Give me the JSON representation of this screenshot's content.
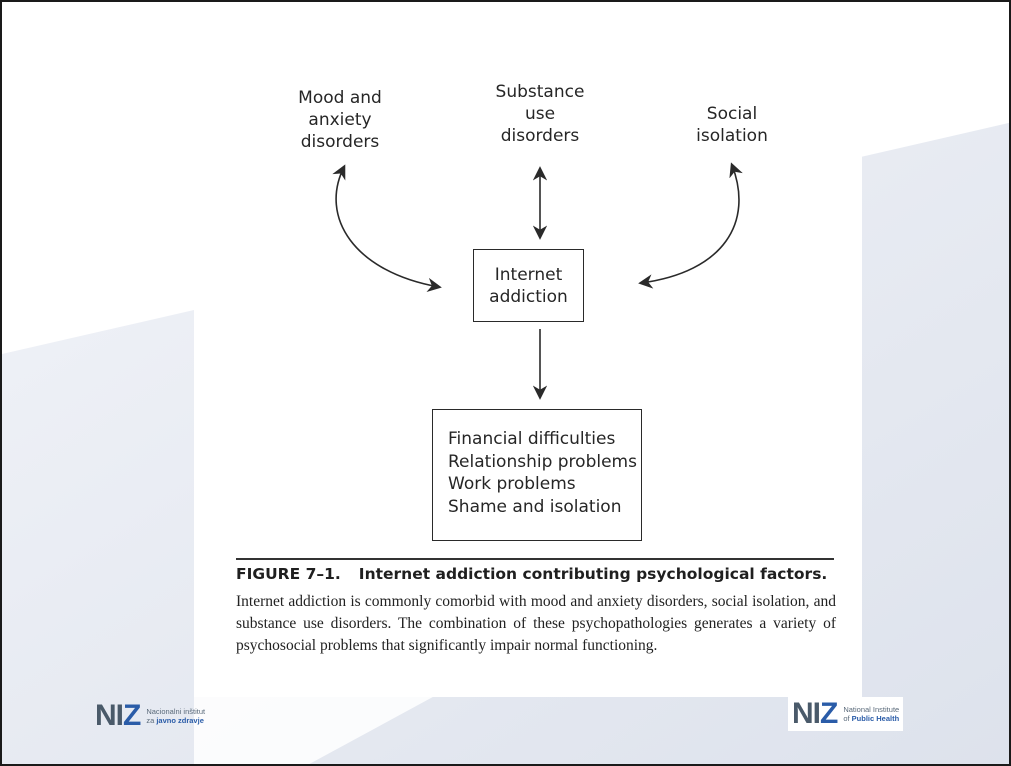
{
  "diagram": {
    "nodes": {
      "mood": "Mood and\nanxiety\ndisorders",
      "substance": "Substance\nuse\ndisorders",
      "social": "Social\nisolation",
      "center": "Internet\naddiction"
    },
    "outcomes": [
      "Financial difficulties",
      "Relationship problems",
      "Work problems",
      "Shame and isolation"
    ],
    "edges": [
      {
        "from": "mood",
        "to": "center",
        "type": "bidirectional"
      },
      {
        "from": "substance",
        "to": "center",
        "type": "bidirectional"
      },
      {
        "from": "social",
        "to": "center",
        "type": "bidirectional"
      },
      {
        "from": "center",
        "to": "outcomes",
        "type": "directed"
      }
    ]
  },
  "caption": {
    "figure_number": "FIGURE 7–1.",
    "title": "Internet addiction contributing psychological factors.",
    "body": "Internet addiction is commonly comorbid with mood and anxiety disorders, social isolation, and substance use disorders. The combination of these psychopathologies generates a variety of psychosocial problems that significantly impair normal functioning."
  },
  "logos": {
    "left": {
      "mark_n": "NI",
      "mark_z": "Z",
      "line1": "Nacionalni inštitut",
      "line2_prefix": "za ",
      "line2_strong": "javno zdravje"
    },
    "right": {
      "mark_n": "NI",
      "mark_z": "Z",
      "line1": "National Institute",
      "line2_prefix": "of ",
      "line2_strong": "Public Health"
    }
  },
  "colors": {
    "accent_blue": "#2a5ca8",
    "background_shape": "#e9ecf3"
  }
}
